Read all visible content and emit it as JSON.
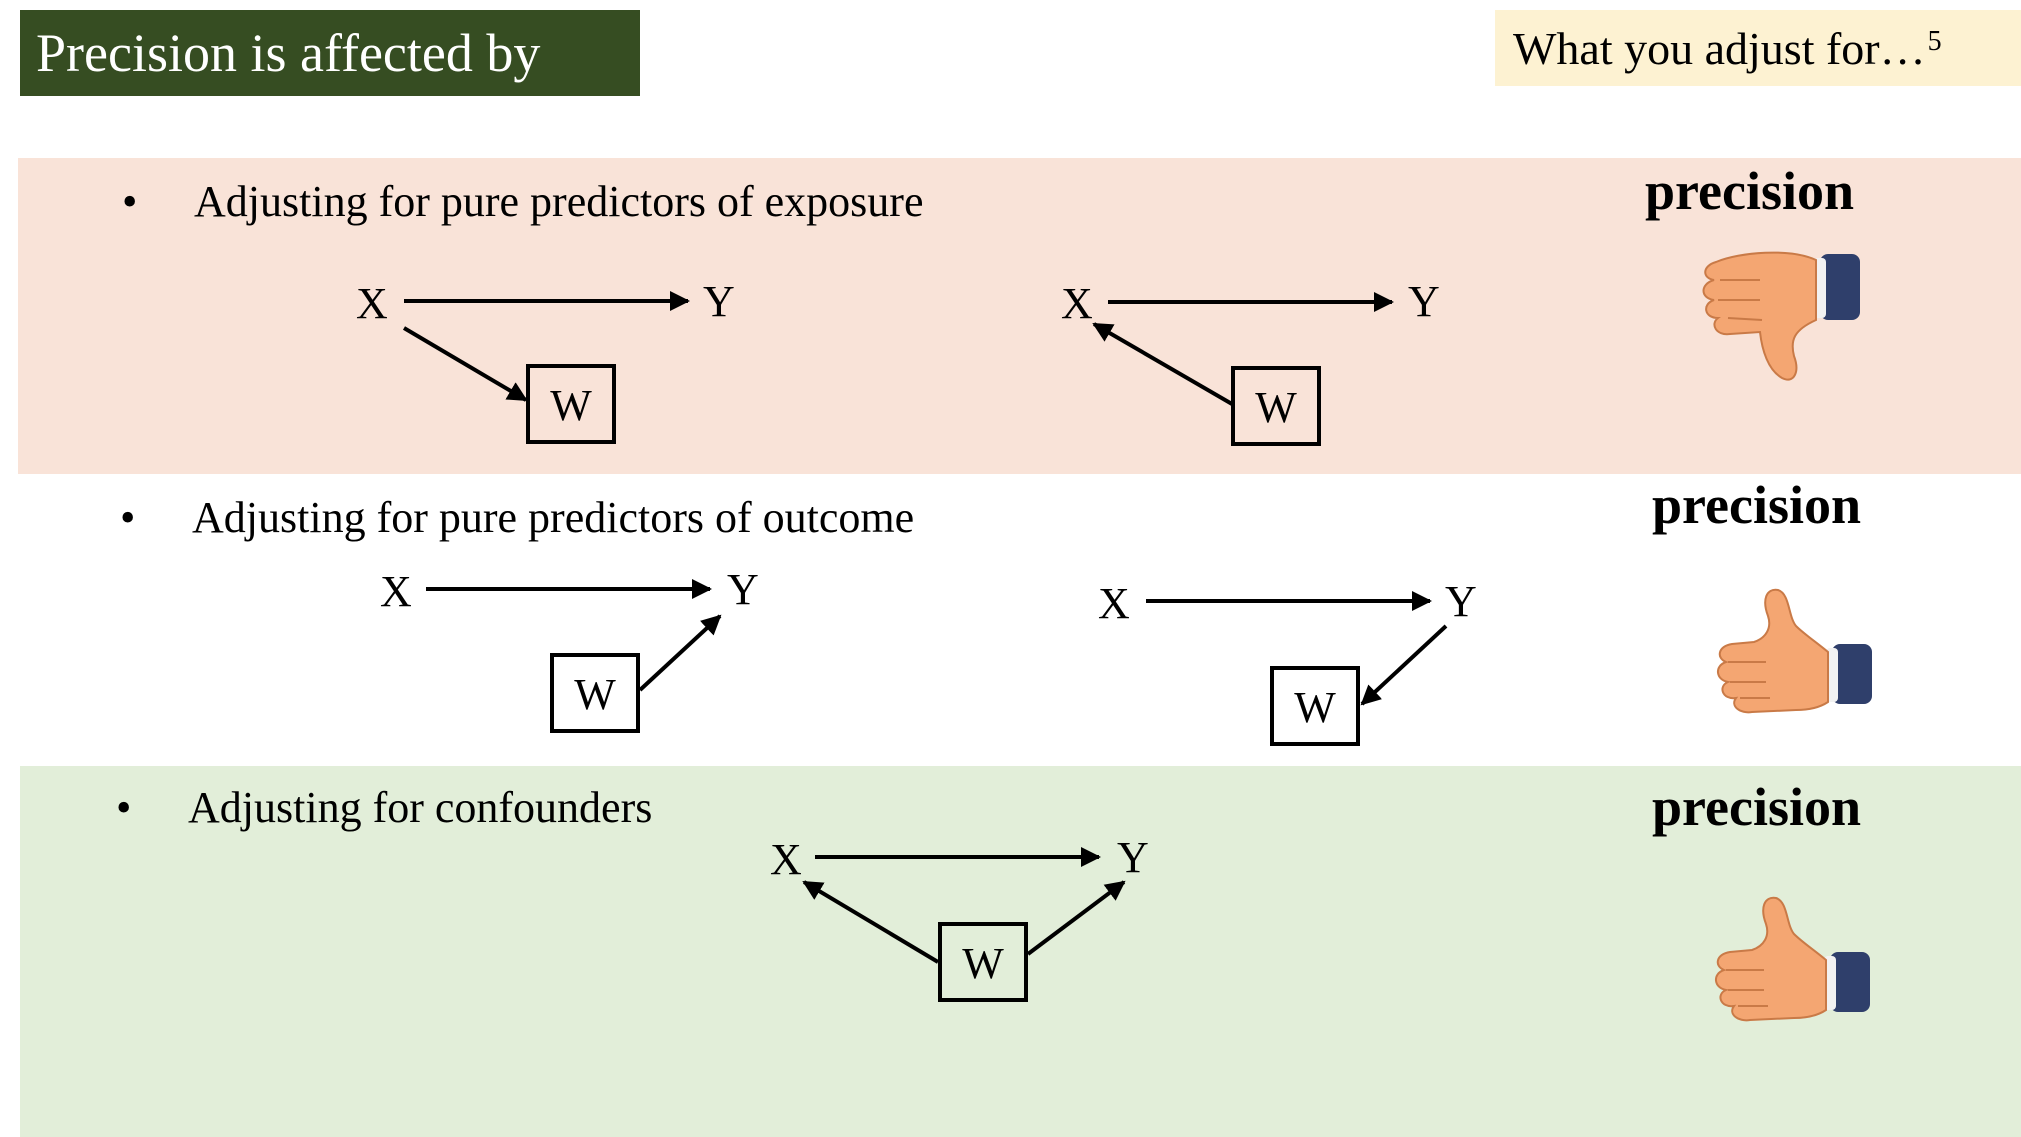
{
  "header": {
    "title": "Precision is affected by",
    "subtitle": "What you adjust for…",
    "subtitle_sup": "5"
  },
  "colors": {
    "title_bg": "#364d22",
    "subtitle_bg": "#fdf2d2",
    "band_exposure": "#f9e3d8",
    "band_confounders": "#e2eed9",
    "hand_skin": "#f4a672",
    "cuff": "#2f3f6b"
  },
  "sections": [
    {
      "bullet": "•",
      "text": "Adjusting for pure predictors of exposure",
      "effect": "precision",
      "icon": "thumbs-down-icon",
      "diagrams": [
        {
          "x": "X",
          "y": "Y",
          "w": "W",
          "edges": [
            "X→Y",
            "X→W"
          ]
        },
        {
          "x": "X",
          "y": "Y",
          "w": "W",
          "edges": [
            "X→Y",
            "W→X"
          ]
        }
      ]
    },
    {
      "bullet": "•",
      "text": "Adjusting for pure predictors of outcome",
      "effect": "precision",
      "icon": "thumbs-up-icon",
      "diagrams": [
        {
          "x": "X",
          "y": "Y",
          "w": "W",
          "edges": [
            "X→Y",
            "W→Y"
          ]
        },
        {
          "x": "X",
          "y": "Y",
          "w": "W",
          "edges": [
            "X→Y",
            "Y→W"
          ]
        }
      ]
    },
    {
      "bullet": "•",
      "text": "Adjusting for confounders",
      "effect": "precision",
      "icon": "thumbs-up-icon",
      "diagrams": [
        {
          "x": "X",
          "y": "Y",
          "w": "W",
          "edges": [
            "X→Y",
            "W→X",
            "W→Y"
          ]
        }
      ]
    }
  ]
}
